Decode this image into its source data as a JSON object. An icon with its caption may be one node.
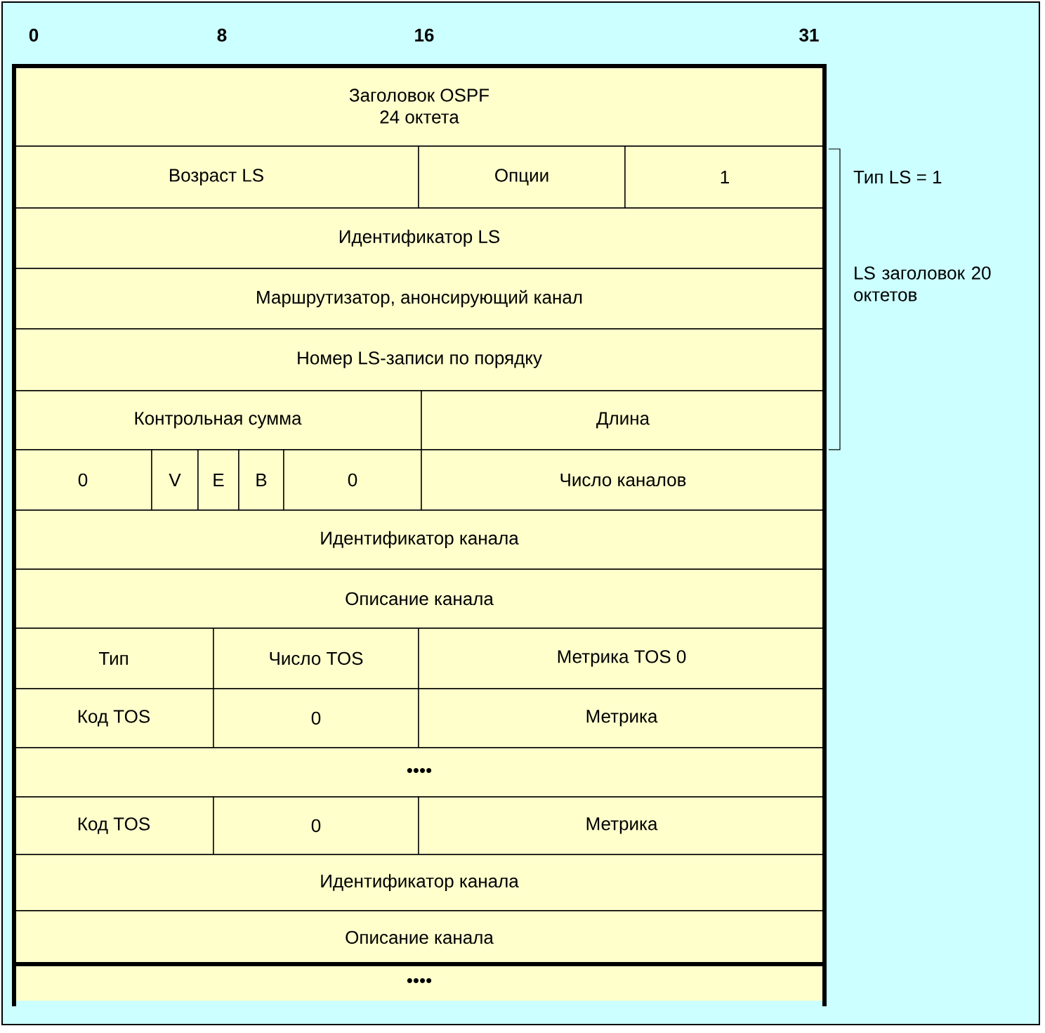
{
  "diagram": {
    "nodes": [
      {
        "text": [
          "Заголовок OSPF",
          "24 октета"
        ]
      },
      {
        "text": [
          "Возраст LS"
        ]
      },
      {
        "text": [
          "Опции"
        ]
      },
      {
        "text": [
          "1"
        ]
      },
      {
        "text": [
          "Идентификатор LS"
        ]
      },
      {
        "text": [
          "Маршрутизатор, анонсирующий канал"
        ]
      },
      {
        "text": [
          "Номер LS-записи по порядку"
        ]
      },
      {
        "text": [
          "Контрольная сумма"
        ]
      },
      {
        "text": [
          "Длина"
        ]
      },
      {
        "text": [
          "0"
        ]
      },
      {
        "text": [
          "V"
        ]
      },
      {
        "text": [
          "E"
        ]
      },
      {
        "text": [
          "B"
        ]
      },
      {
        "text": [
          "0"
        ]
      },
      {
        "text": [
          "Число каналов"
        ]
      },
      {
        "text": [
          "Идентификатор канала"
        ]
      },
      {
        "text": [
          "Описание канала"
        ]
      },
      {
        "text": [
          "Тип"
        ]
      },
      {
        "text": [
          "Число TOS"
        ]
      },
      {
        "text": [
          "Метрика TOS 0"
        ]
      },
      {
        "text": [
          "Код TOS"
        ]
      },
      {
        "text": [
          "0"
        ]
      },
      {
        "text": [
          "Метрика"
        ]
      },
      {
        "text": [
          "••••"
        ]
      },
      {
        "text": [
          "Код TOS"
        ]
      },
      {
        "text": [
          "0"
        ]
      },
      {
        "text": [
          "Метрика"
        ]
      },
      {
        "text": [
          "Идентификатор канала"
        ]
      },
      {
        "text": [
          "Описание канала"
        ]
      },
      {
        "text": [
          "••••"
        ]
      }
    ],
    "edges": [],
    "labels": [
      "0",
      "8",
      "16",
      "31",
      "Тип LS = 1",
      "LS заголовок 20 октетов"
    ]
  }
}
